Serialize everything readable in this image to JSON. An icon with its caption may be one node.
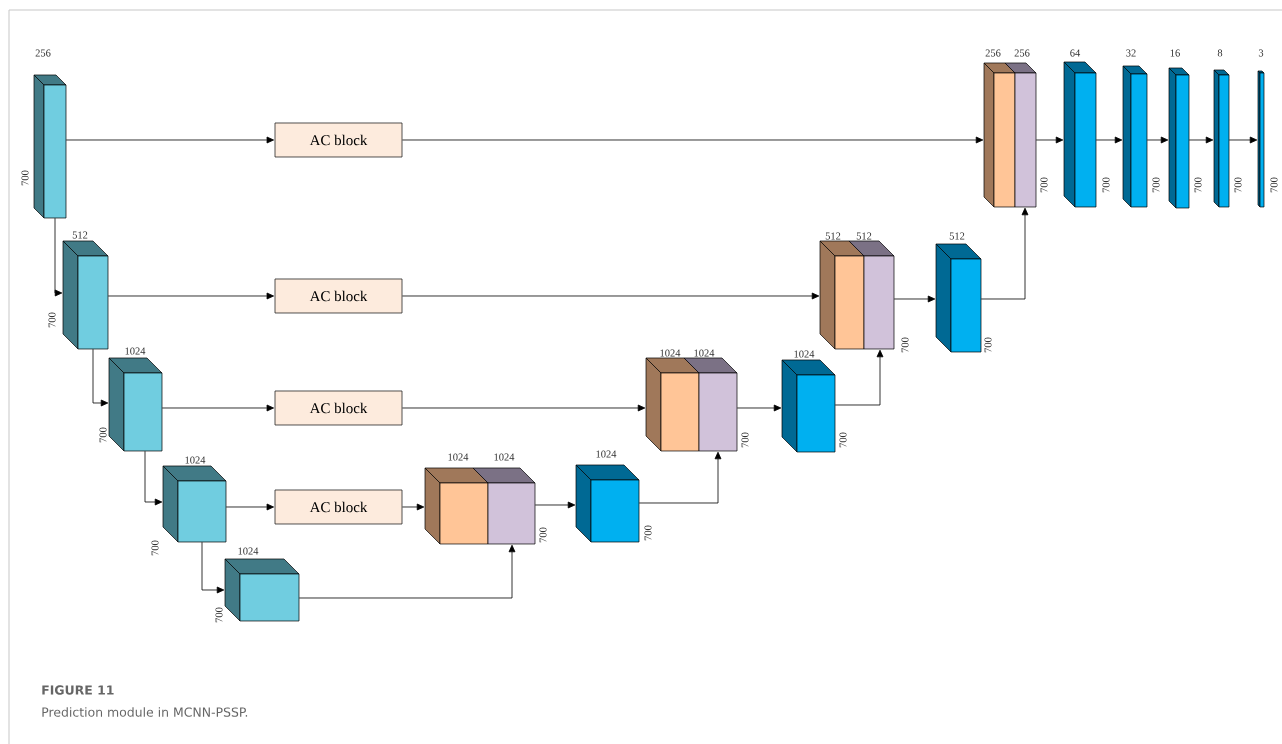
{
  "diagram": {
    "title": "FIGURE 11",
    "caption": "Prediction module in MCNN-PSSP.",
    "nodes": [
      {
        "text": [],
        "shape": "box",
        "beside": [
          "256",
          "700"
        ]
      },
      {
        "text": [
          "AC block"
        ]
      },
      {
        "text": [],
        "shape": "box",
        "beside": [
          "512",
          "700"
        ]
      },
      {
        "text": [
          "AC block"
        ]
      },
      {
        "text": [],
        "shape": "box",
        "beside": [
          "1024",
          "700"
        ]
      },
      {
        "text": [
          "AC block"
        ]
      },
      {
        "text": [],
        "shape": "box",
        "beside": [
          "1024",
          "700"
        ]
      },
      {
        "text": [
          "AC block"
        ]
      },
      {
        "text": [],
        "shape": "box",
        "beside": [
          "1024",
          "700"
        ]
      },
      {
        "text": [],
        "shape": "box",
        "beside": [
          "1024",
          "1024",
          "700"
        ]
      },
      {
        "text": [],
        "shape": "box",
        "beside": [
          "1024",
          "700"
        ]
      },
      {
        "text": [],
        "shape": "box",
        "beside": [
          "1024",
          "1024",
          "700"
        ]
      },
      {
        "text": [],
        "shape": "box",
        "beside": [
          "1024",
          "700"
        ]
      },
      {
        "text": [],
        "shape": "box",
        "beside": [
          "512",
          "512",
          "700"
        ]
      },
      {
        "text": [],
        "shape": "box",
        "beside": [
          "512",
          "700"
        ]
      },
      {
        "text": [],
        "shape": "box",
        "beside": [
          "256",
          "256",
          "700"
        ]
      },
      {
        "text": [],
        "shape": "box",
        "beside": [
          "64",
          "700"
        ]
      },
      {
        "text": [],
        "shape": "box",
        "beside": [
          "32",
          "700"
        ]
      },
      {
        "text": [],
        "shape": "box",
        "beside": [
          "16",
          "700"
        ]
      },
      {
        "text": [],
        "shape": "box",
        "beside": [
          "8",
          "700"
        ]
      },
      {
        "text": [],
        "shape": "box",
        "beside": [
          "3",
          "700"
        ]
      }
    ],
    "edges": [
      {
        "from": 0,
        "to": 1,
        "arrow": "to"
      },
      {
        "from": 1,
        "to": 15,
        "arrow": "to"
      },
      {
        "from": 0,
        "to": 2,
        "arrow": "to"
      },
      {
        "from": 2,
        "to": 3,
        "arrow": "to"
      },
      {
        "from": 3,
        "to": 13,
        "arrow": "to"
      },
      {
        "from": 2,
        "to": 4,
        "arrow": "to"
      },
      {
        "from": 4,
        "to": 5,
        "arrow": "to"
      },
      {
        "from": 5,
        "to": 11,
        "arrow": "to"
      },
      {
        "from": 4,
        "to": 6,
        "arrow": "to"
      },
      {
        "from": 6,
        "to": 7,
        "arrow": "to"
      },
      {
        "from": 7,
        "to": 9,
        "arrow": "to"
      },
      {
        "from": 6,
        "to": 8,
        "arrow": "to"
      },
      {
        "from": 8,
        "to": 9,
        "arrow": "to"
      },
      {
        "from": 9,
        "to": 10,
        "arrow": "to"
      },
      {
        "from": 10,
        "to": 11,
        "arrow": "to"
      },
      {
        "from": 11,
        "to": 12,
        "arrow": "to"
      },
      {
        "from": 12,
        "to": 13,
        "arrow": "to"
      },
      {
        "from": 13,
        "to": 14,
        "arrow": "to"
      },
      {
        "from": 14,
        "to": 15,
        "arrow": "to"
      },
      {
        "from": 15,
        "to": 16,
        "arrow": "to"
      },
      {
        "from": 16,
        "to": 17,
        "arrow": "to"
      },
      {
        "from": 17,
        "to": 18,
        "arrow": "to"
      },
      {
        "from": 18,
        "to": 19,
        "arrow": "to"
      },
      {
        "from": 19,
        "to": 20,
        "arrow": "to"
      }
    ]
  }
}
